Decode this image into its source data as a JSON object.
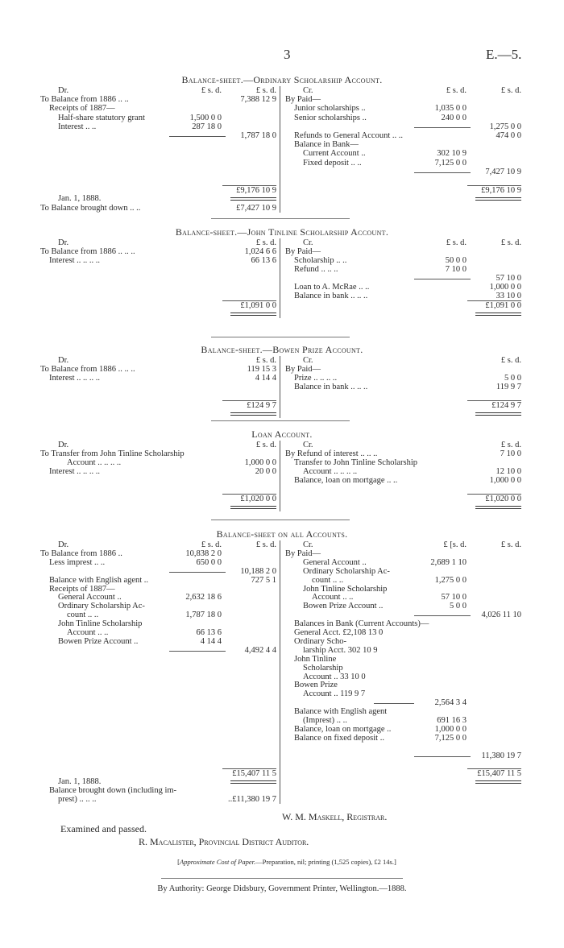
{
  "header": {
    "page_number": "3",
    "paper_ref": "E.—5."
  },
  "sections": [
    {
      "title": "Balance-sheet.—Ordinary Scholarship Account.",
      "dr": [
        {
          "l": "Dr.",
          "i": 2,
          "a": "£  s. d.",
          "b": "£  s. d."
        },
        {
          "l": "To Balance from 1886        ..        ..",
          "b": "7,388 12  9"
        },
        {
          "l": "Receipts of 1887—",
          "i": 1
        },
        {
          "l": "Half-share statutory grant",
          "i": 2,
          "a": "1,500  0  0"
        },
        {
          "l": "Interest        ..        ..",
          "i": 2,
          "a": "287 18  0"
        },
        {
          "rule": true,
          "b": "1,787 18  0"
        },
        {},
        {},
        {},
        {},
        {},
        {
          "total": true,
          "b": "£9,176 10  9"
        },
        {
          "l": "Jan. 1, 1888.",
          "i": 2
        },
        {
          "l": "To Balance brought down      ..        ..",
          "b": "£7,427 10  9"
        }
      ],
      "cr": [
        {
          "l": "Cr.",
          "i": 2,
          "a": "£  s. d.",
          "b": "£  s. d."
        },
        {
          "l": "By Paid—"
        },
        {
          "l": "Junior scholarships        ..",
          "i": 1,
          "a": "1,035  0  0"
        },
        {
          "l": "Senior scholarships        ..",
          "i": 1,
          "a": "240  0  0"
        },
        {
          "rule": true,
          "b": "1,275  0  0"
        },
        {
          "l": "Refunds to General Account  ..      ..",
          "i": 1,
          "b": "474  0  0"
        },
        {
          "l": "Balance in Bank—",
          "i": 1
        },
        {
          "l": "Current Account        ..",
          "i": 2,
          "a": "302 10  9"
        },
        {
          "l": "Fixed deposit  ..        ..",
          "i": 2,
          "a": "7,125  0  0"
        },
        {
          "rule": true,
          "b": "7,427 10  9"
        },
        {},
        {
          "total": true,
          "b": "£9,176 10  9"
        }
      ],
      "rows": 14
    },
    {
      "title": "Balance-sheet.—John Tinline Scholarship Account.",
      "dr": [
        {
          "l": "Dr.",
          "i": 2,
          "b": "£  s. d."
        },
        {
          "l": "To Balance from 1886     ..       ..       ..",
          "b": "1,024  6  6"
        },
        {
          "l": "Interest        ..       ..       ..       ..",
          "i": 1,
          "b": "66 13  6"
        },
        {},
        {},
        {},
        {},
        {
          "total": true,
          "b": "£1,091  0  0"
        }
      ],
      "cr": [
        {
          "l": "Cr.",
          "i": 2,
          "a": "£  s. d.",
          "b": "£    s. d."
        },
        {
          "l": "By Paid—"
        },
        {
          "l": "Scholarship        ..        ..",
          "i": 1,
          "a": "50  0  0"
        },
        {
          "l": "Refund  ..         ..        ..",
          "i": 1,
          "a": "7 10  0"
        },
        {
          "rule": true,
          "b": "57 10  0"
        },
        {
          "l": "Loan to A. McRae          ..        ..",
          "i": 1,
          "b": "1,000  0  0"
        },
        {
          "l": "Balance in bank  ..       ..        ..",
          "i": 1,
          "b": "33 10  0"
        },
        {
          "total": true,
          "b": "£1,091  0  0"
        }
      ],
      "rows": 9
    },
    {
      "title": "Balance-sheet.—Bowen Prize Account.",
      "dr": [
        {
          "l": "Dr.",
          "i": 2,
          "b": "£  s. d."
        },
        {
          "l": "To Balance from 1886     ..       ..       ..",
          "b": "119 15  3"
        },
        {
          "l": "Interest        ..       ..       ..       ..",
          "i": 1,
          "b": "4 14  4"
        },
        {},
        {},
        {
          "total": true,
          "b": "£124  9  7"
        }
      ],
      "cr": [
        {
          "l": "Cr.",
          "i": 2,
          "b": "£  s. d."
        },
        {
          "l": "By Paid—"
        },
        {
          "l": "Prize          ..        ..        ..        ..",
          "i": 1,
          "b": "5  0  0"
        },
        {
          "l": "Balance in bank     ..        ..        ..",
          "i": 1,
          "b": "119  9  7"
        },
        {},
        {
          "total": true,
          "b": "£124  9  7"
        }
      ],
      "rows": 7
    },
    {
      "title": "Loan Account.",
      "dr": [
        {
          "l": "Dr.",
          "i": 2,
          "b": "£  s. d."
        },
        {
          "l": "To Transfer from John Tinline Scholarship"
        },
        {
          "l": "Account  ..       ..       ..       ..",
          "i": 3,
          "b": "1,000  0  0"
        },
        {
          "l": "Interest        ..       ..       ..       ..",
          "i": 1,
          "b": "20  0  0"
        },
        {},
        {},
        {
          "total": true,
          "b": "£1,020  0  0"
        }
      ],
      "cr": [
        {
          "l": "Cr.",
          "i": 2,
          "b": "£  s. d."
        },
        {
          "l": "By Refund of interest    ..      ..      ..",
          "b": "7 10  0"
        },
        {
          "l": "Transfer to John Tinline Scholarship",
          "i": 1
        },
        {
          "l": "Account  ..       ..       ..       ..",
          "i": 2,
          "b": "12 10  0"
        },
        {
          "l": "Balance, loan on mortgage    ..      ..",
          "i": 1,
          "b": "1,000  0  0"
        },
        {},
        {
          "total": true,
          "b": "£1,020  0  0"
        }
      ],
      "rows": 8
    },
    {
      "title": "Balance-sheet on all Accounts.",
      "dr": [
        {
          "l": "Dr.",
          "i": 2,
          "a": "£  s. d.",
          "b": "£  s. d."
        },
        {
          "l": "To Balance from 1886     ..",
          "a": "10,838  2  0"
        },
        {
          "l": "Less imprest   ..      ..",
          "i": 1,
          "a": "650  0  0"
        },
        {
          "rule": true,
          "b": "10,188  2  0"
        },
        {
          "l": "Balance with English agent     ..",
          "i": 1,
          "b": "727  5  1"
        },
        {
          "l": "Receipts of 1887—",
          "i": 1
        },
        {
          "l": "General Account      ..",
          "i": 2,
          "a": "2,632 18  6"
        },
        {
          "l": "Ordinary Scholarship Ac-",
          "i": 2
        },
        {
          "l": "count       ..       ..",
          "i": 3,
          "a": "1,787 18  0"
        },
        {
          "l": "John Tinline Scholarship",
          "i": 2
        },
        {
          "l": "Account      ..      ..",
          "i": 3,
          "a": "66 13  6"
        },
        {
          "l": "Bowen Prize Account  ..",
          "i": 2,
          "a": "4 14  4"
        },
        {
          "rule": true,
          "b": "4,492  4  4"
        },
        {},
        {},
        {},
        {},
        {},
        {},
        {},
        {},
        {},
        {},
        {},
        {},
        {},
        {
          "total": true,
          "b": "£15,407 11  5"
        },
        {
          "l": "Jan. 1, 1888.",
          "i": 2
        },
        {
          "l": "Balance brought down  (including im-",
          "i": 1
        },
        {
          "l": "prest)     ..       ..       ..",
          "i": 2,
          "b": "..£11,380 19  7"
        }
      ],
      "cr": [
        {
          "l": "Cr.",
          "i": 2,
          "a": "£  [s. d.",
          "b": "£   s. d."
        },
        {
          "l": "By Paid—"
        },
        {
          "l": "General Account      ..",
          "i": 2,
          "a": "2,689  1 10"
        },
        {
          "l": "Ordinary Scholarship Ac-",
          "i": 2
        },
        {
          "l": "count       ..       ..",
          "i": 3,
          "a": "1,275  0  0"
        },
        {
          "l": "John Tinline Scholarship",
          "i": 2
        },
        {
          "l": "Account      ..      ..",
          "i": 3,
          "a": "57 10  0"
        },
        {
          "l": "Bowen Prize Account  ..",
          "i": 2,
          "a": "5  0  0"
        },
        {
          "rule": true,
          "b": "4,026 11 10"
        },
        {
          "l": "Balances in Bank (Current Accounts)—",
          "i": 1
        },
        {
          "l": "General Acct.   £2,108 13 0",
          "i": 1
        },
        {
          "l": "Ordinary  Scho-",
          "i": 1
        },
        {
          "l": "larship Acct.     302 10 9",
          "i": 2
        },
        {
          "l": "John  Tinline",
          "i": 1
        },
        {
          "l": "Scholarship",
          "i": 2
        },
        {
          "l": "Account   ..      33 10 0",
          "i": 2
        },
        {
          "l": "Bowen  Prize",
          "i": 1
        },
        {
          "l": "Account   ..   119  9 7",
          "i": 2
        },
        {
          "rule": true,
          "a": "2,564  3  4"
        },
        {
          "l": "Balance with English agent",
          "i": 1
        },
        {
          "l": "(Imprest)      ..      ..",
          "i": 2,
          "a": "691 16  3"
        },
        {
          "l": "Balance, loan on mortgage ..",
          "i": 1,
          "a": "1,000  0  0"
        },
        {
          "l": "Balance on fixed deposit  ..",
          "i": 1,
          "a": "7,125  0  0"
        },
        {},
        {
          "rule": true,
          "b": "11,380 19  7"
        },
        {},
        {
          "total": true,
          "b": "£15,407 11  5"
        }
      ],
      "rows": 30
    }
  ],
  "footer": {
    "registrar": "W. M. Maskell, Registrar.",
    "examined": "Examined and passed.",
    "auditor": "R. Macalister, Provincial District Auditor.",
    "cost_label": "Approximate Cost of Paper.",
    "cost_text": "—Preparation, nil; printing (1,525 copies), £2 14s.]",
    "cost_open": "[",
    "authority": "By Authority:  George Didsbury, Government Printer, Wellington.—1888."
  }
}
